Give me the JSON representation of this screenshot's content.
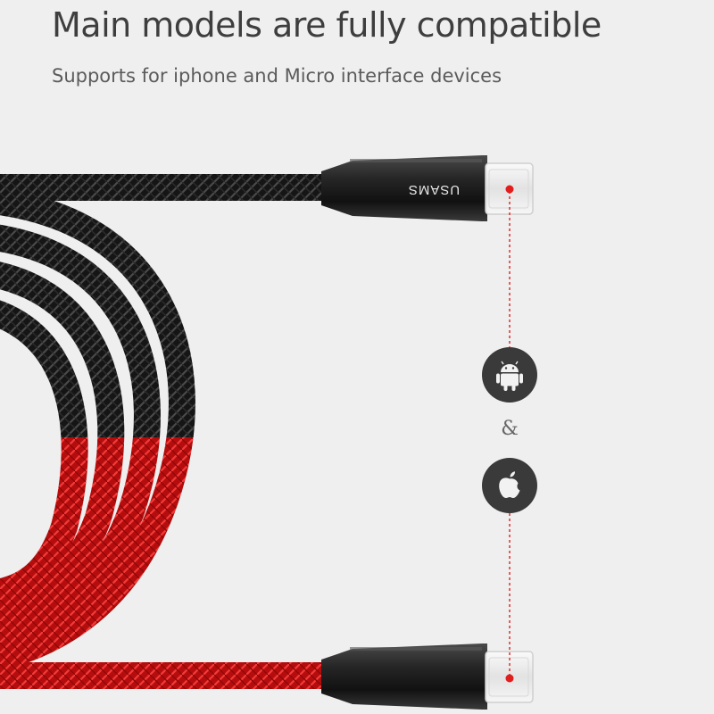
{
  "headline": "Main models are fully compatible",
  "subline": "Supports for iphone and Micro interface devices",
  "brand": "USAMS",
  "separator": "&",
  "icons": {
    "upper": "android-icon",
    "lower": "apple-icon"
  },
  "colors": {
    "background": "#efefef",
    "cable_black": "#1c1c1c",
    "cable_red": "#d21414",
    "connector": "#2a2a2a",
    "dot_red": "#e01e1e",
    "icon_circle": "#3a3a3a"
  }
}
